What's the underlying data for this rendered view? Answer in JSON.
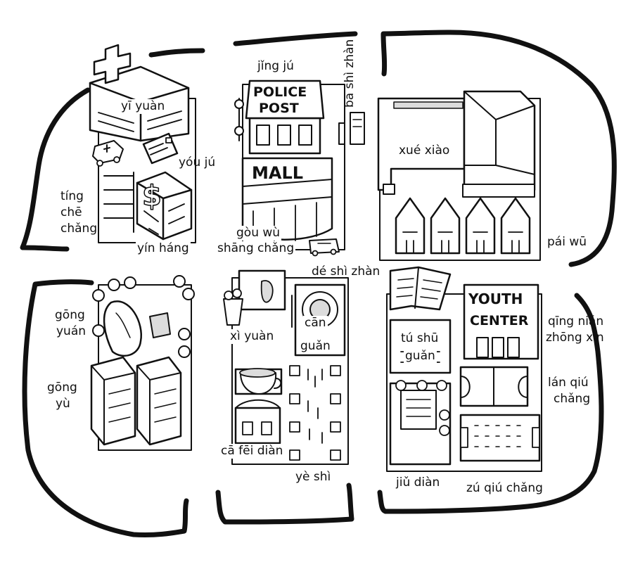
{
  "colors": {
    "ink": "#111111",
    "paper": "#ffffff",
    "shade": "#dcdcdc"
  },
  "signs": {
    "police_line1": "POLICE",
    "police_line2": "POST",
    "mall": "MALL",
    "youth_line1": "YOUTH",
    "youth_line2": "CENTER"
  },
  "labels": {
    "hospital": "yī yuàn",
    "post_office": "yóu jú",
    "parking_line1": "tíng",
    "parking_line2": "chē",
    "parking_line3": "chǎng",
    "bank": "yín háng",
    "police": "jǐng jú",
    "bus_stop": "bā shì zhàn",
    "mall_line1": "gòu wù",
    "mall_line2": "shāng chǎng",
    "taxi_stand": "dé shì zhàn",
    "school": "xué xiào",
    "row_houses": "pái wū",
    "park_line1": "gōng",
    "park_line2": "yuán",
    "apartments_line1": "gōng",
    "apartments_line2": "yù",
    "cinema": "xì yuàn",
    "restaurant_line1": "cān",
    "restaurant_line2": "guǎn",
    "cafe": "cā fēi diàn",
    "night_market": "yè shì",
    "library_line1": "tú shū",
    "library_line2": "guǎn",
    "youth_center_line1": "qīng nián",
    "youth_center_line2": "zhōng xīn",
    "basketball_line1": "lán qiú",
    "basketball_line2": "chǎng",
    "hotel": "jiǔ diàn",
    "football": "zú qiú chǎng"
  },
  "icons": [
    "hospital-icon",
    "post-office-icon",
    "bank-icon",
    "police-icon",
    "bus-icon",
    "mall-icon",
    "taxi-icon",
    "school-icon",
    "house-icon",
    "park-icon",
    "apartment-icon",
    "cinema-icon",
    "restaurant-icon",
    "cafe-icon",
    "night-market-icon",
    "library-icon",
    "youth-center-icon",
    "basketball-court-icon",
    "hotel-icon",
    "football-field-icon"
  ]
}
